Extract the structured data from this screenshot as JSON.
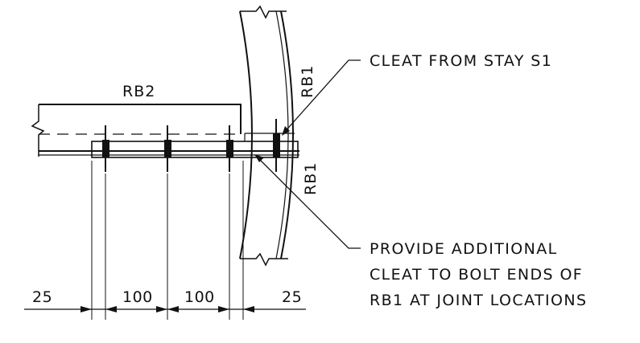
{
  "drawing": {
    "members": {
      "beam_left": "RB2",
      "arc_upper": "RB1",
      "arc_lower": "RB1"
    },
    "callouts": {
      "cleat": "CLEAT FROM STAY S1",
      "additional_line1": "PROVIDE ADDITIONAL",
      "additional_line2": "CLEAT TO BOLT ENDS OF",
      "additional_line3": "RB1 AT JOINT LOCATIONS"
    },
    "dimensions": [
      "25",
      "100",
      "100",
      "25"
    ]
  }
}
